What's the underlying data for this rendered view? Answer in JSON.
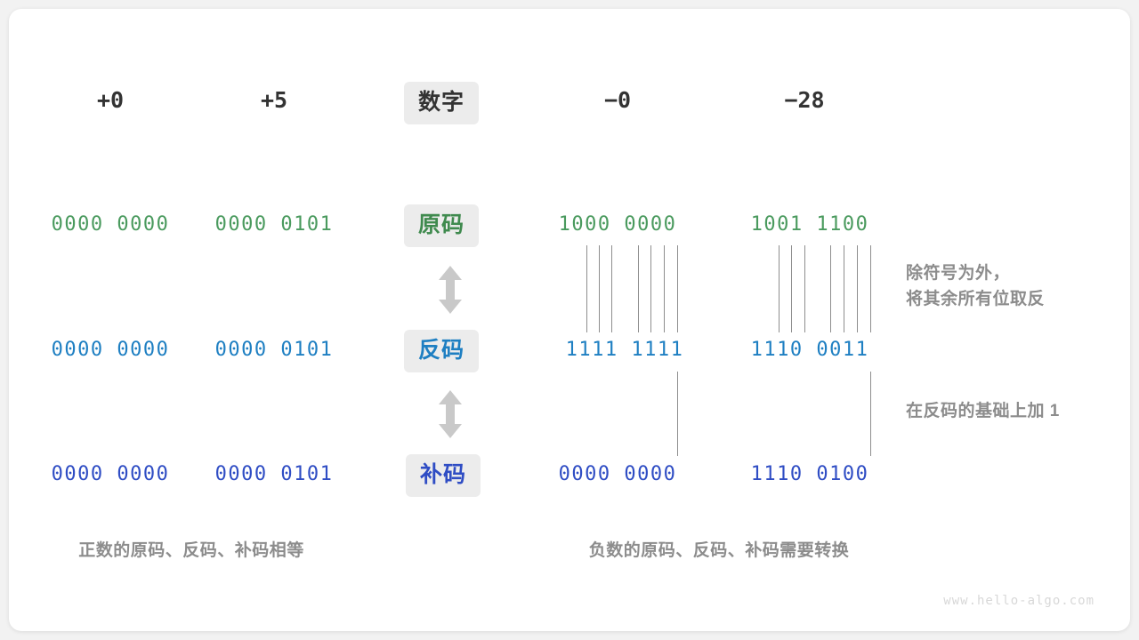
{
  "diagram": {
    "title_row": {
      "label_chip": "数字",
      "columns": [
        "+0",
        "+5",
        "−0",
        "−28"
      ]
    },
    "rows": [
      {
        "chip": "原码",
        "chip_color": "#3f8a4e",
        "value_color": "#4a9a5e",
        "values": [
          "0000 0000",
          "0000 0101",
          "1000 0000",
          "1001 1100"
        ]
      },
      {
        "chip": "反码",
        "chip_color": "#1e7fc2",
        "value_color": "#1e7fc2",
        "values": [
          "0000 0000",
          "0000 0101",
          "1111 1111",
          "1110 0011"
        ]
      },
      {
        "chip": "补码",
        "chip_color": "#2f4dc4",
        "value_color": "#2f4dc4",
        "values": [
          "0000 0000",
          "0000 0101",
          "0000 0000",
          "1110 0100"
        ]
      }
    ],
    "annotations": {
      "invert_line1": "除符号为外，",
      "invert_line2": "将其余所有位取反",
      "plus_one": "在反码的基础上加  1"
    },
    "captions": {
      "positive": "正数的原码、反码、补码相等",
      "negative": "负数的原码、反码、补码需要转换"
    },
    "watermark": "www.hello-algo.com",
    "colors": {
      "chip_background": "#ececec",
      "connector": "#8e8e8e",
      "note_text": "#8c8c8c",
      "card_background": "#ffffff",
      "page_background": "#f2f2f2"
    }
  }
}
